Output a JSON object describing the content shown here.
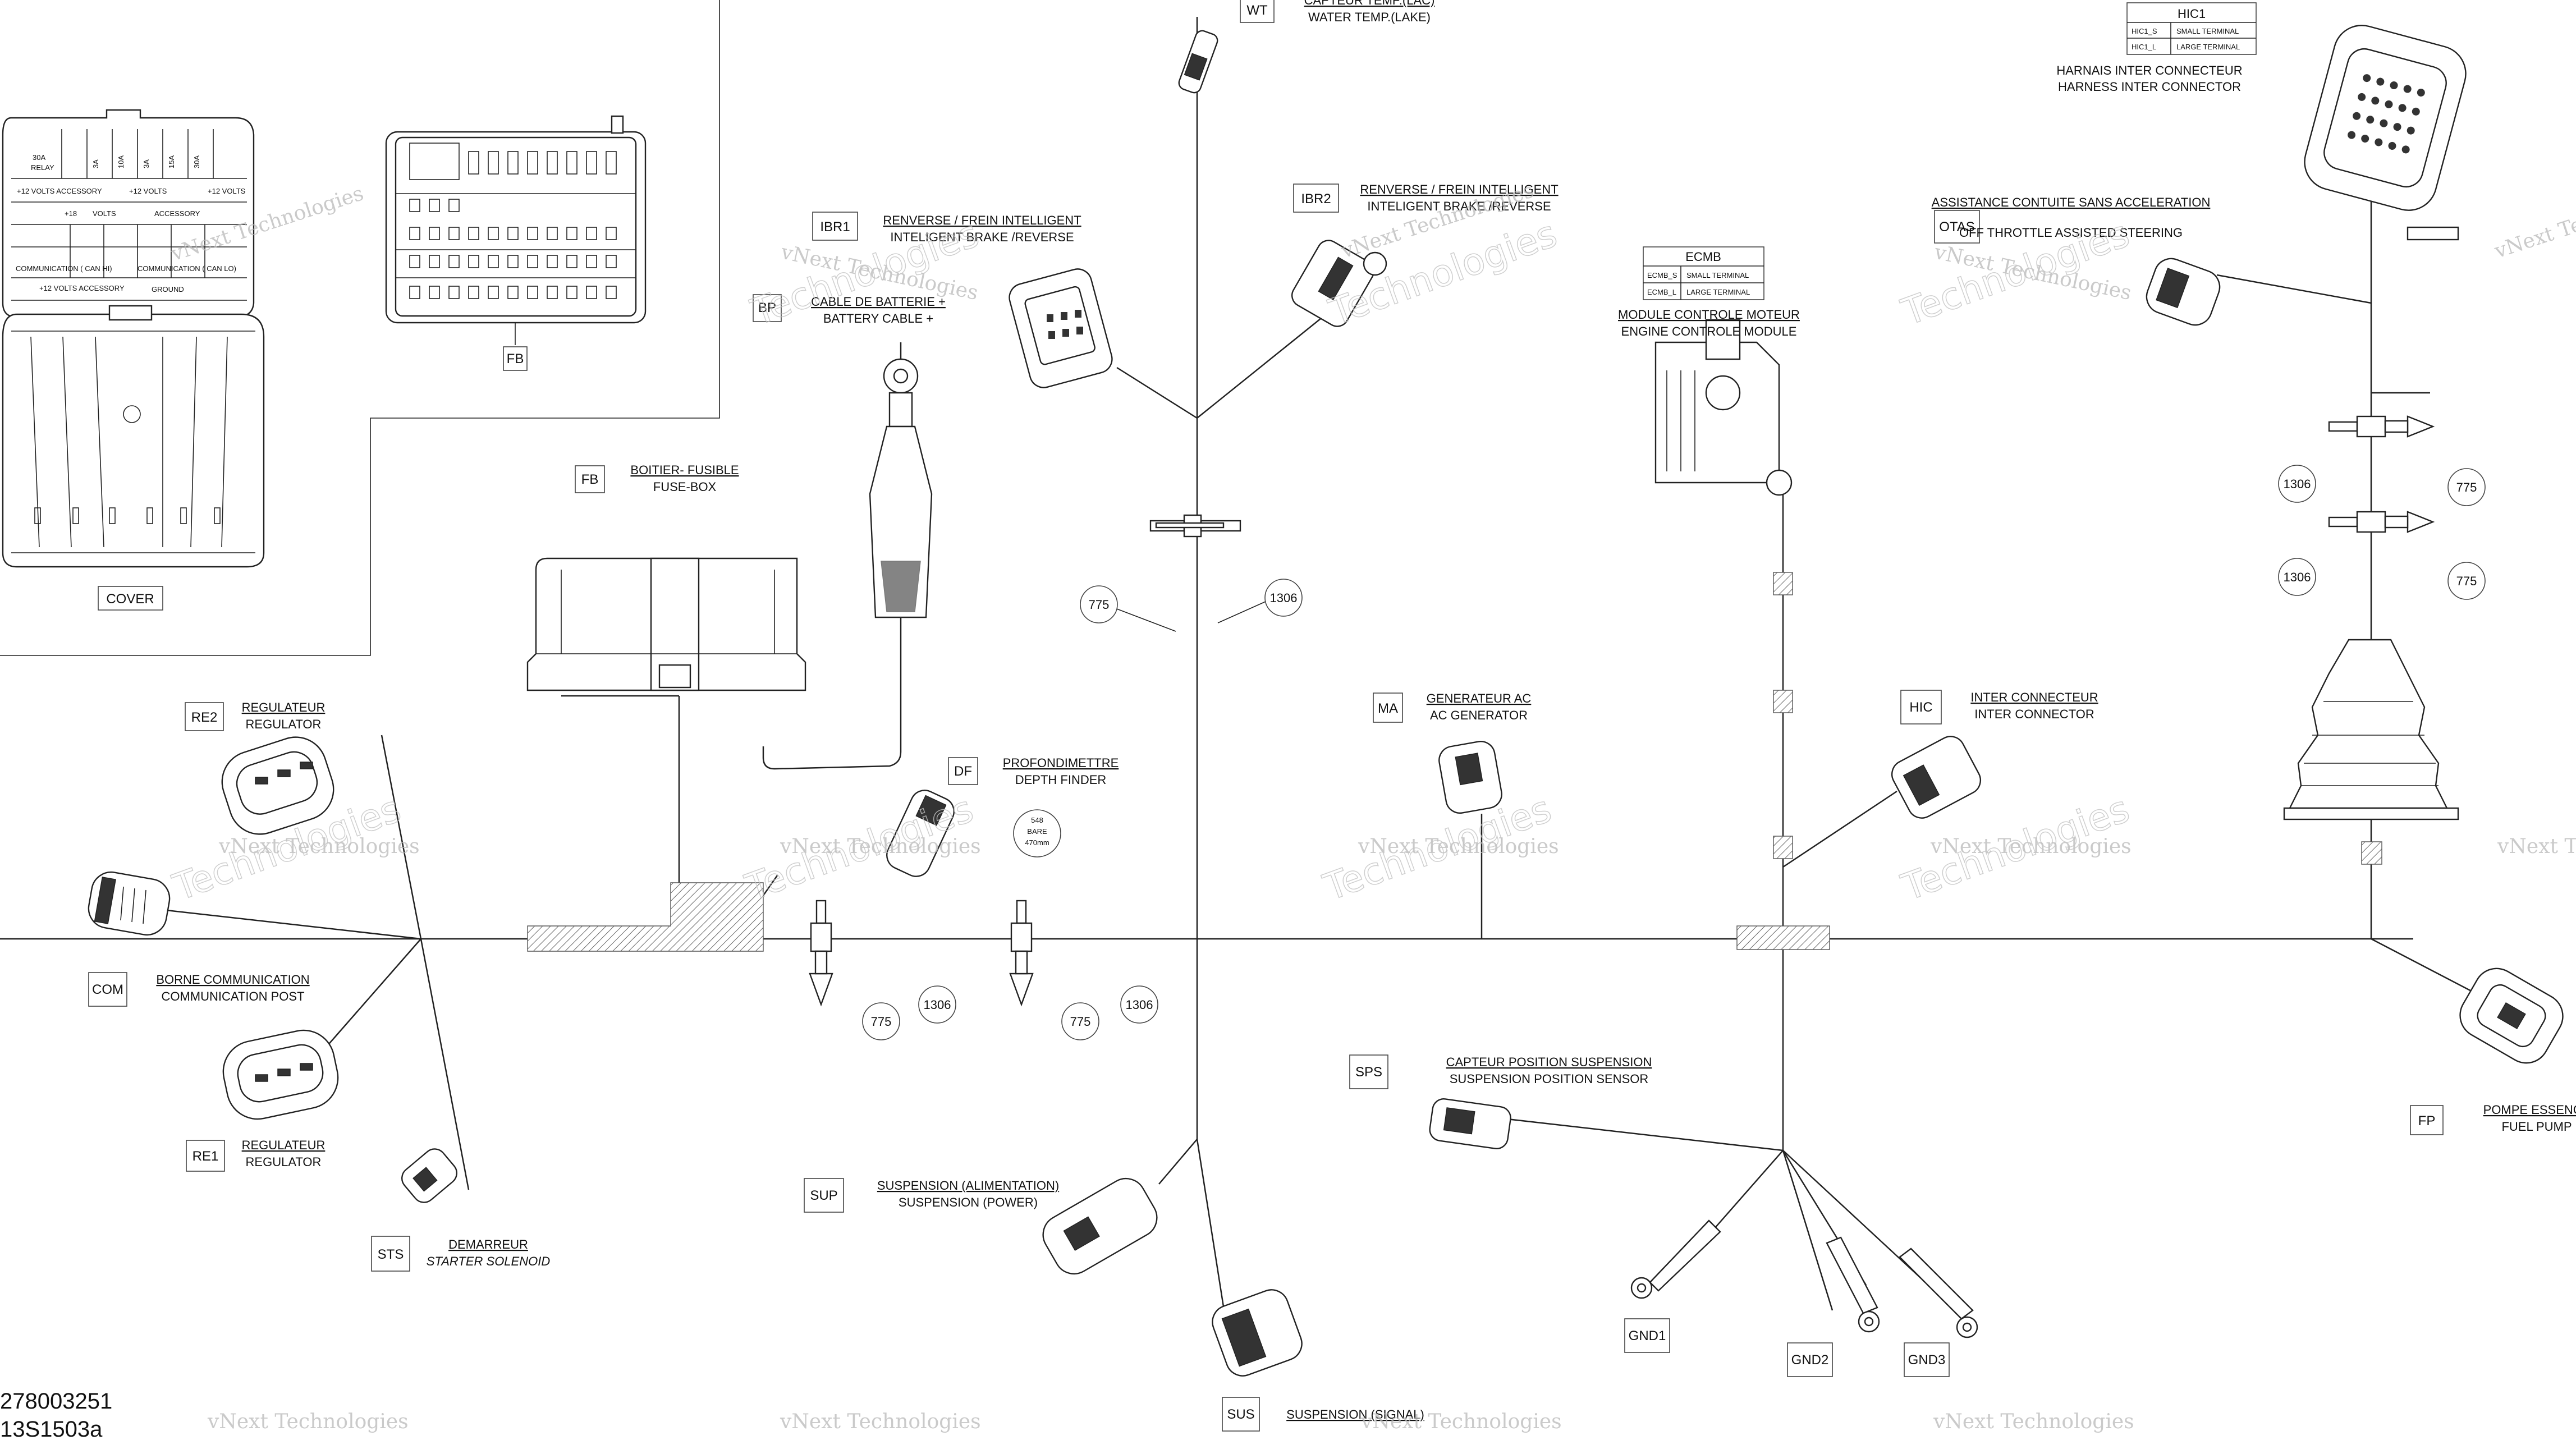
{
  "inset": {
    "cover_label": "COVER",
    "fuse_box_tag": "FB",
    "fuse_cover": {
      "rating_30a": "30A",
      "relay": "RELAY",
      "accessory_12v": "+12 VOLTS ACCESSORY",
      "volts_12": "+12 VOLTS",
      "volts_18": "+18",
      "volts_plain": "VOLTS",
      "accessory": "ACCESSORY",
      "communication_can_hi": "COMMUNICATION ( CAN HI)",
      "communication_can_lo": "COMMUNICATION ( CAN LO)",
      "accessory_12v_2": "+12 VOLTS ACCESSORY",
      "ground": "GROUND"
    }
  },
  "connectors": [
    {
      "tag": "WT",
      "fr": "CAPTEUR TEMP.(LAC)",
      "en": "WATER TEMP.(LAKE)"
    },
    {
      "tag": "IBR1",
      "fr": "RENVERSE / FREIN INTELLIGENT",
      "en": "INTELIGENT BRAKE /REVERSE"
    },
    {
      "tag": "IBR2",
      "fr": "RENVERSE / FREIN INTELLIGENT",
      "en": "INTELIGENT BRAKE /REVERSE"
    },
    {
      "tag": "BP",
      "fr": "CABLE DE BATTERIE +",
      "en": "BATTERY CABLE +"
    },
    {
      "tag": "FB",
      "fr": "BOITIER- FUSIBLE",
      "en": "FUSE-BOX"
    },
    {
      "tag": "RE2",
      "fr": "REGULATEUR",
      "en": "REGULATOR"
    },
    {
      "tag": "COM",
      "fr": "BORNE COMMUNICATION",
      "en": "COMMUNICATION POST"
    },
    {
      "tag": "RE1",
      "fr": "REGULATEUR",
      "en": "REGULATOR"
    },
    {
      "tag": "STS",
      "fr": "DEMARREUR",
      "en": "STARTER SOLENOID"
    },
    {
      "tag": "DF",
      "fr": "PROFONDIMETTRE",
      "en": "DEPTH FINDER"
    },
    {
      "tag": "MA",
      "fr": "GENERATEUR AC",
      "en": "AC GENERATOR"
    },
    {
      "tag": "SPS",
      "fr": "CAPTEUR POSITION SUSPENSION",
      "en": "SUSPENSION POSITION SENSOR"
    },
    {
      "tag": "SUP",
      "fr": "SUSPENSION (ALIMENTATION)",
      "en": "SUSPENSION (POWER)"
    },
    {
      "tag": "SUS",
      "fr": "SUSPENSION (SIGNAL)",
      "en": ""
    },
    {
      "tag": "HIC",
      "fr": "INTER CONNECTEUR",
      "en": "INTER CONNECTOR"
    },
    {
      "tag": "OTAS",
      "fr": "ASSISTANCE CONTUITE SANS ACCELERATION",
      "en": "OFF THROTTLE ASSISTED STEERING"
    },
    {
      "tag": "FP",
      "fr": "POMPE ESSENCE",
      "en": "FUEL PUMP"
    },
    {
      "tag": "GND1",
      "fr": "",
      "en": ""
    },
    {
      "tag": "GND2",
      "fr": "",
      "en": ""
    },
    {
      "tag": "GND3",
      "fr": "",
      "en": ""
    }
  ],
  "ecm": {
    "title": "ECMB",
    "rows": [
      [
        "ECMB_S",
        "SMALL TERMINAL"
      ],
      [
        "ECMB_L",
        "LARGE TERMINAL"
      ]
    ],
    "fr": "MODULE CONTROLE MOTEUR",
    "en": "ENGINE CONTROLE MODULE"
  },
  "hic1": {
    "title": "HIC1",
    "rows": [
      [
        "HIC1_S",
        "SMALL TERMINAL"
      ],
      [
        "HIC1_L",
        "LARGE TERMINAL"
      ]
    ],
    "fr": "HARNAIS INTER CONNECTEUR",
    "en": "HARNESS INTER CONNECTOR"
  },
  "depth_note": {
    "line1": "548",
    "line2": "BARE",
    "line3": "470mm"
  },
  "part_refs": {
    "ref_775": "775",
    "ref_1306": "1306"
  },
  "footer": {
    "part_number": "278003251",
    "drawing_code": "13S1503a"
  },
  "watermark": {
    "company": "vNext Technologies",
    "word": "Technologies"
  }
}
